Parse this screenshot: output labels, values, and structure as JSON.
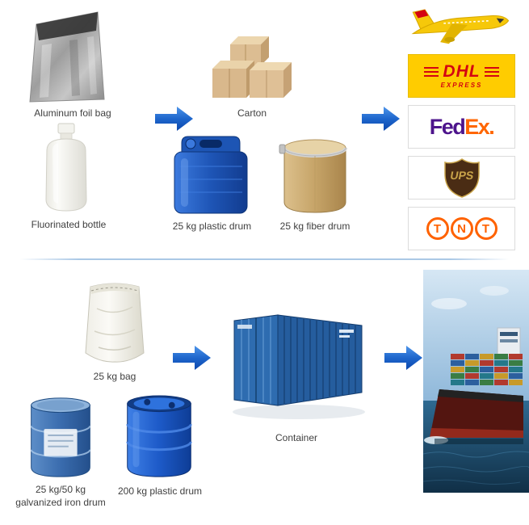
{
  "title": "Packaging and shipping options infographic",
  "labels": {
    "aluminum_foil_bag": "Aluminum foil bag",
    "carton": "Carton",
    "fluorinated_bottle": "Fluorinated bottle",
    "plastic_drum_25": "25 kg plastic drum",
    "fiber_drum_25": "25 kg fiber drum",
    "bag_25": "25 kg bag",
    "galvanized_drum_line1": "25 kg/50 kg",
    "galvanized_drum_line2": "galvanized iron drum",
    "plastic_drum_200": "200 kg plastic drum",
    "container": "Container"
  },
  "couriers": {
    "dhl": {
      "name": "DHL",
      "tagline": "EXPRESS"
    },
    "fedex": {
      "part1": "Fed",
      "part2": "Ex."
    },
    "ups": {
      "name": "UPS"
    },
    "tnt": {
      "letter1": "T",
      "letter2": "N",
      "letter3": "T"
    }
  },
  "icons": {
    "arrow": "blue-right-arrow",
    "plane": "dhl-cargo-plane",
    "ship": "container-ship-photo"
  },
  "colors": {
    "arrow_blue": "#1e66cc",
    "dhl_yellow": "#ffcc00",
    "dhl_red": "#d40511",
    "fedex_purple": "#4d148c",
    "fedex_orange": "#ff6600",
    "ups_brown": "#4a2c14",
    "ups_gold": "#c9a44a",
    "tnt_orange": "#ff6200",
    "divider_blue": "#aac8e6"
  }
}
